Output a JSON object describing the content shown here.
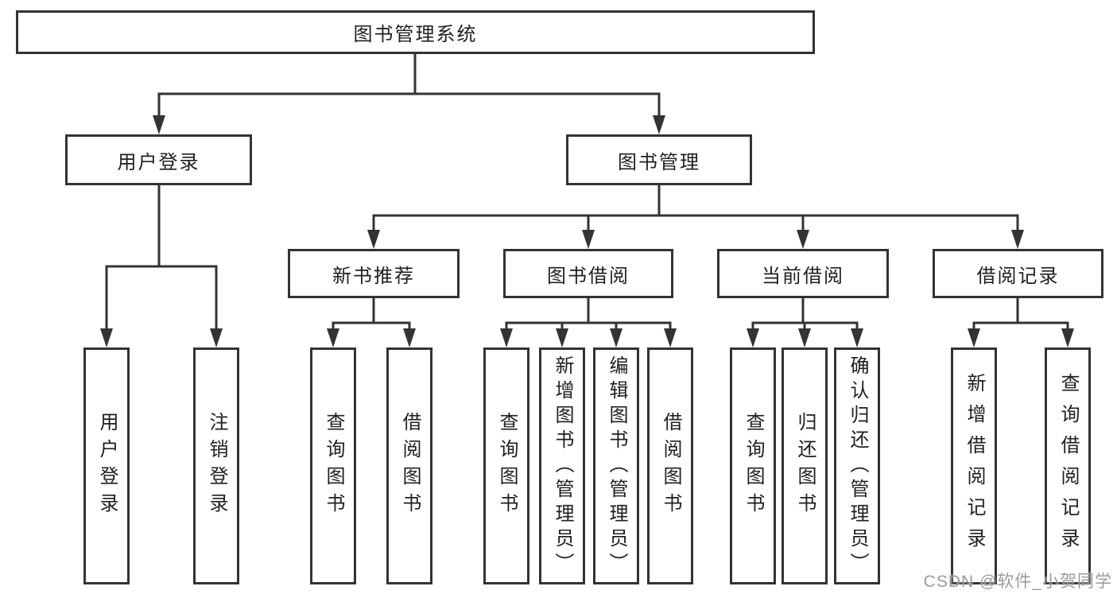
{
  "tree": {
    "label": "图书管理系统",
    "children": [
      {
        "label": "用户登录",
        "children": [
          {
            "label": "用户登录"
          },
          {
            "label": "注销登录"
          }
        ]
      },
      {
        "label": "图书管理",
        "children": [
          {
            "label": "新书推荐",
            "children": [
              {
                "label": "查询图书"
              },
              {
                "label": "借阅图书"
              }
            ]
          },
          {
            "label": "图书借阅",
            "children": [
              {
                "label": "查询图书"
              },
              {
                "label": "新增图书（管理员）"
              },
              {
                "label": "编辑图书（管理员）"
              },
              {
                "label": "借阅图书"
              }
            ]
          },
          {
            "label": "当前借阅",
            "children": [
              {
                "label": "查询图书"
              },
              {
                "label": "归还图书"
              },
              {
                "label": "确认归还（管理员）"
              }
            ]
          },
          {
            "label": "借阅记录",
            "children": [
              {
                "label": "新增借阅记录"
              },
              {
                "label": "查询借阅记录"
              }
            ]
          }
        ]
      }
    ]
  },
  "watermark": {
    "text": "CSDN @软件_小贺同学"
  },
  "colors": {
    "line": "#333333",
    "box_border": "#333333",
    "text": "#1f1f1f",
    "watermark": "#919191",
    "background": "#ffffff"
  }
}
